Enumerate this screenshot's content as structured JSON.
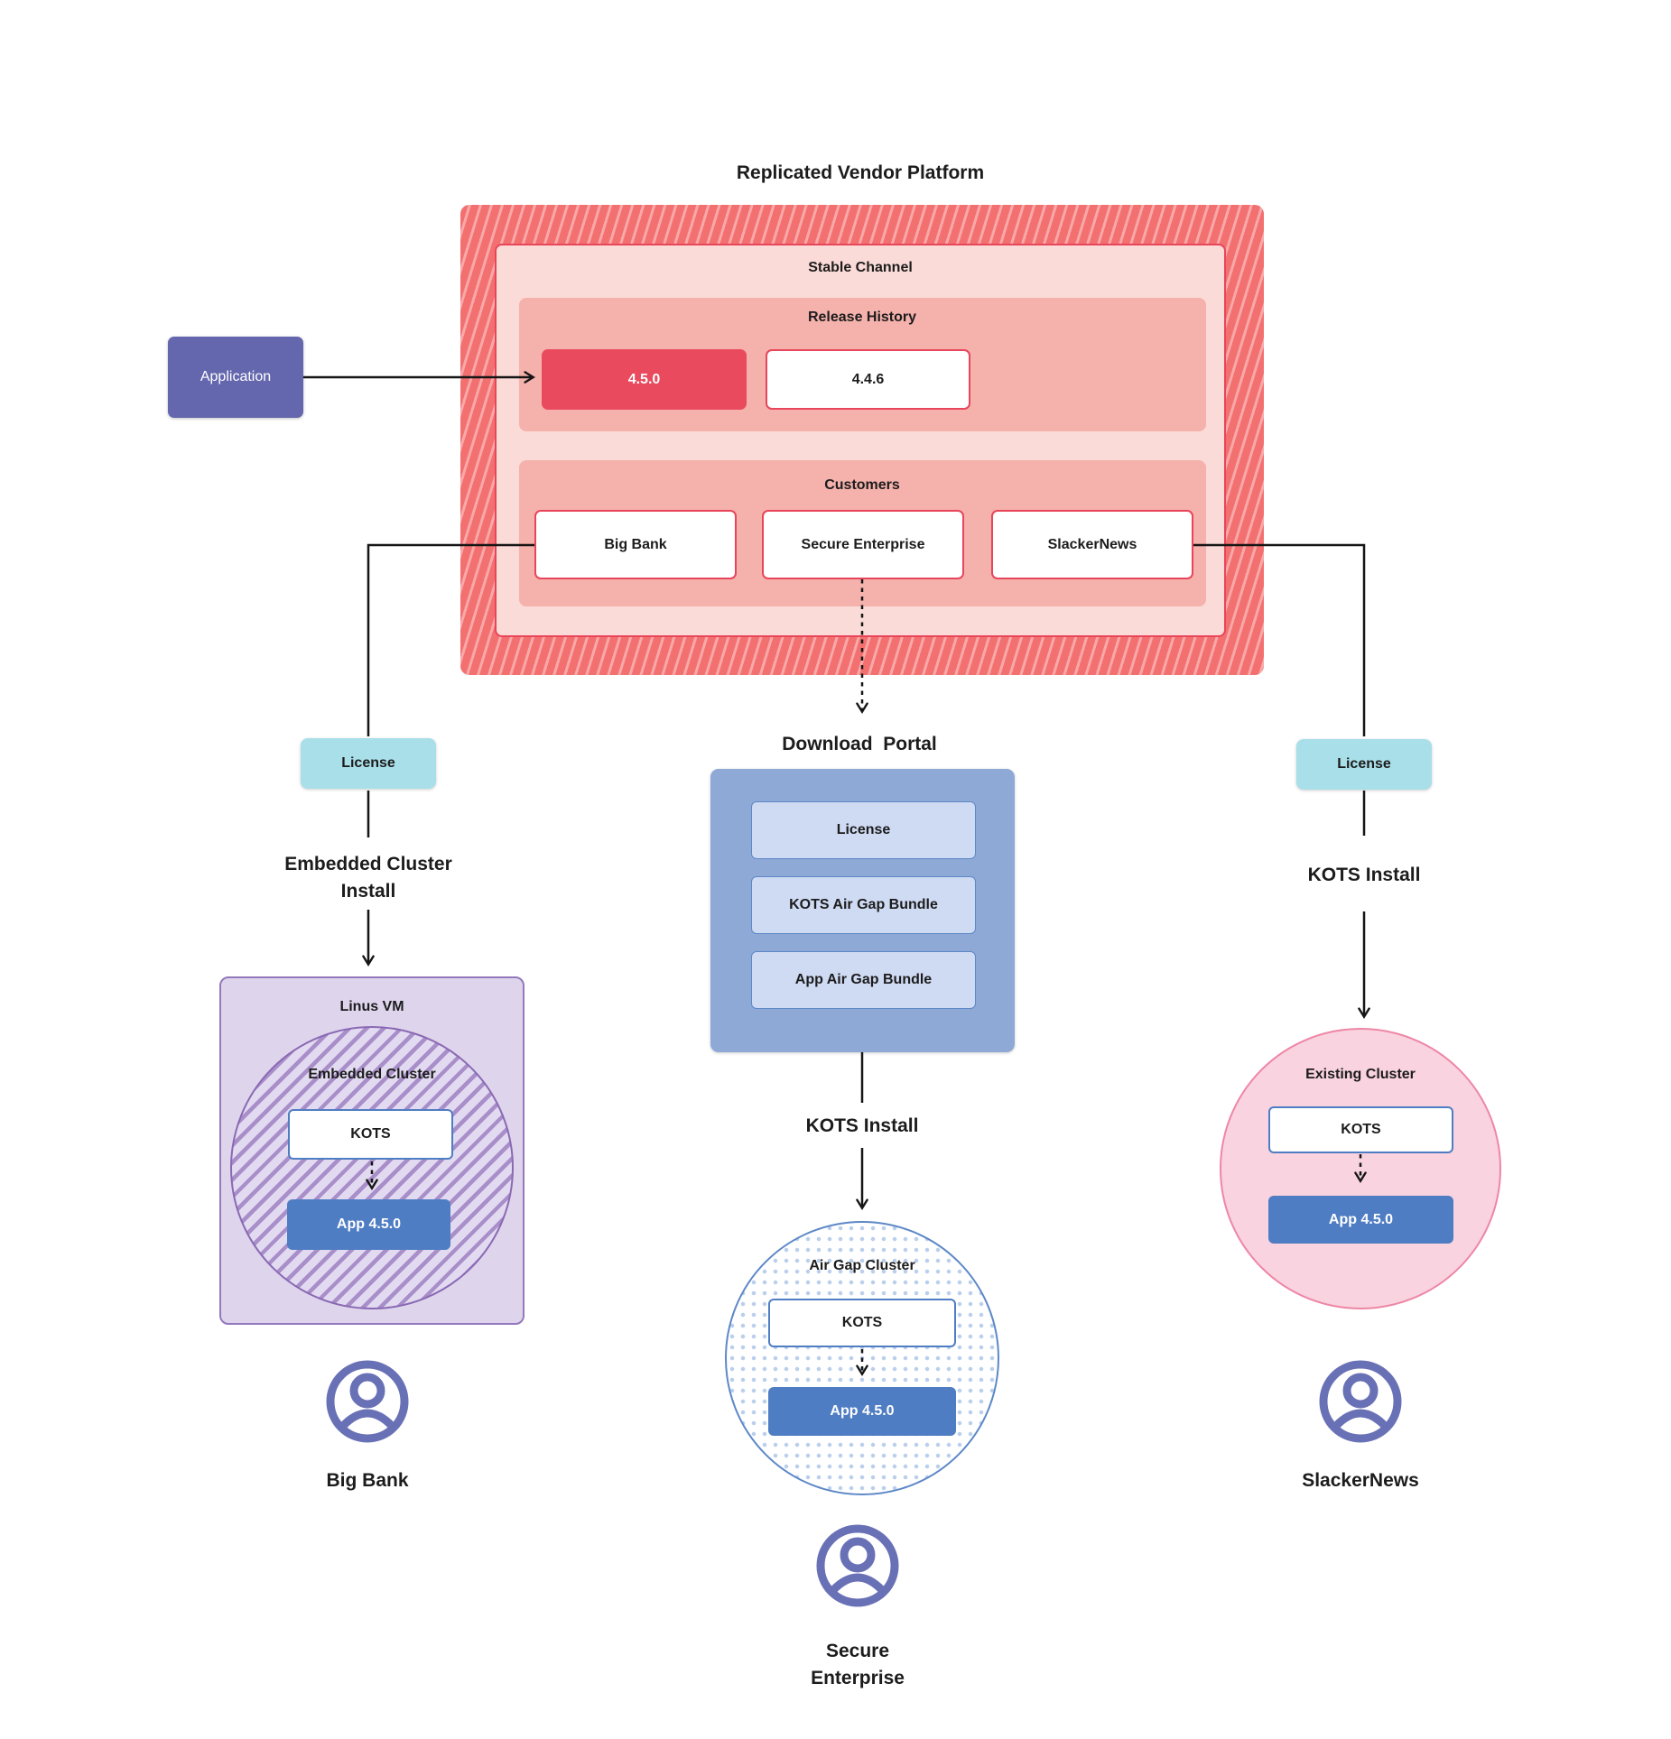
{
  "title": "Replicated Vendor Platform",
  "colors": {
    "hatch-dark": "#f37070",
    "hatch-light": "#f8a8a8",
    "stable-fill": "#fbdbd7",
    "panel-fill": "#f5b1ab",
    "red-accent": "#e8455a",
    "red-box": "#e94a5e",
    "indigo": "#6467ae",
    "cyan": "#a9dfe9",
    "portal-blue": "#8fa9d7",
    "portal-item": "#cfdaf3",
    "portal-item-border": "#5d88c7",
    "blue-accent": "#4f7dc3",
    "purple-fill": "#ded5ed",
    "purple-border": "#9379bc",
    "purple-deep": "#8a69b3",
    "purple-hatch": "#a98fc9",
    "purple-hatch-bg": "#e2daf0",
    "dot-blue": "#b9cfec",
    "pink-fill": "#f9d3df",
    "pink-border": "#ee86a6",
    "icon-indigo": "#6971b6"
  },
  "platform": {
    "stable_channel": "Stable Channel",
    "release_history": {
      "label": "Release History",
      "releases": [
        {
          "version": "4.5.0",
          "highlight": true
        },
        {
          "version": "4.4.6",
          "highlight": false
        }
      ]
    },
    "customers": {
      "label": "Customers",
      "items": [
        "Big Bank",
        "Secure Enterprise",
        "SlackerNews"
      ]
    }
  },
  "application": "Application",
  "left": {
    "license": "License",
    "install_line1": "Embedded Cluster",
    "install_line2": "Install",
    "vm_label": "Linus VM",
    "cluster_label": "Embedded Cluster",
    "kots": "KOTS",
    "app": "App 4.5.0",
    "customer": "Big Bank"
  },
  "center": {
    "portal_title": "Download  Portal",
    "portal_items": [
      "License",
      "KOTS Air Gap Bundle",
      "App Air Gap Bundle"
    ],
    "install": "KOTS Install",
    "cluster_label": "Air Gap Cluster",
    "kots": "KOTS",
    "app": "App 4.5.0",
    "customer_line1": "Secure",
    "customer_line2": "Enterprise"
  },
  "right": {
    "license": "License",
    "install": "KOTS Install",
    "cluster_label": "Existing Cluster",
    "kots": "KOTS",
    "app": "App 4.5.0",
    "customer": "SlackerNews"
  }
}
